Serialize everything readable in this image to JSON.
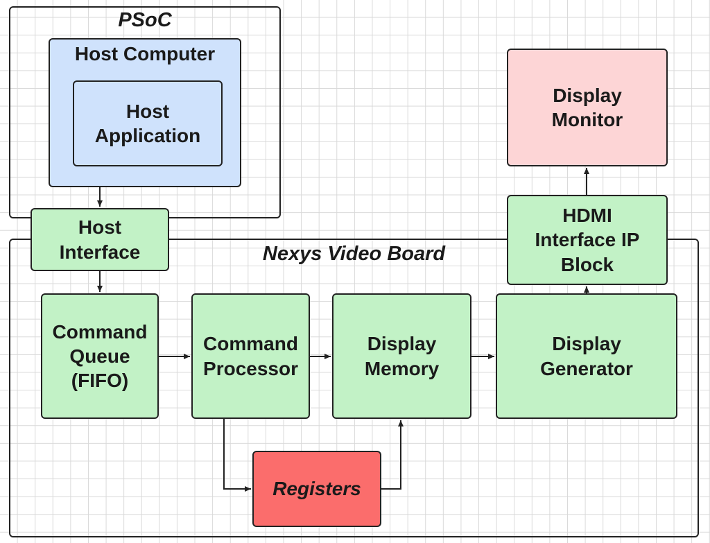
{
  "groups": {
    "psoc": "PSoC",
    "nexys": "Nexys Video Board"
  },
  "blocks": {
    "host_computer": "Host Computer",
    "host_application": "Host\nApplication",
    "host_interface": "Host\nInterface",
    "command_queue": "Command\nQueue\n(FIFO)",
    "command_processor": "Command\nProcessor",
    "display_memory": "Display\nMemory",
    "display_generator": "Display\nGenerator",
    "hdmi_interface": "HDMI\nInterface IP\nBlock",
    "display_monitor": "Display\nMonitor",
    "registers": "Registers"
  },
  "colors": {
    "green_block": "#c2f2c6",
    "blue_block": "#cfe2fc",
    "pink_block": "#fdd5d6",
    "red_block": "#fb6d6c"
  }
}
